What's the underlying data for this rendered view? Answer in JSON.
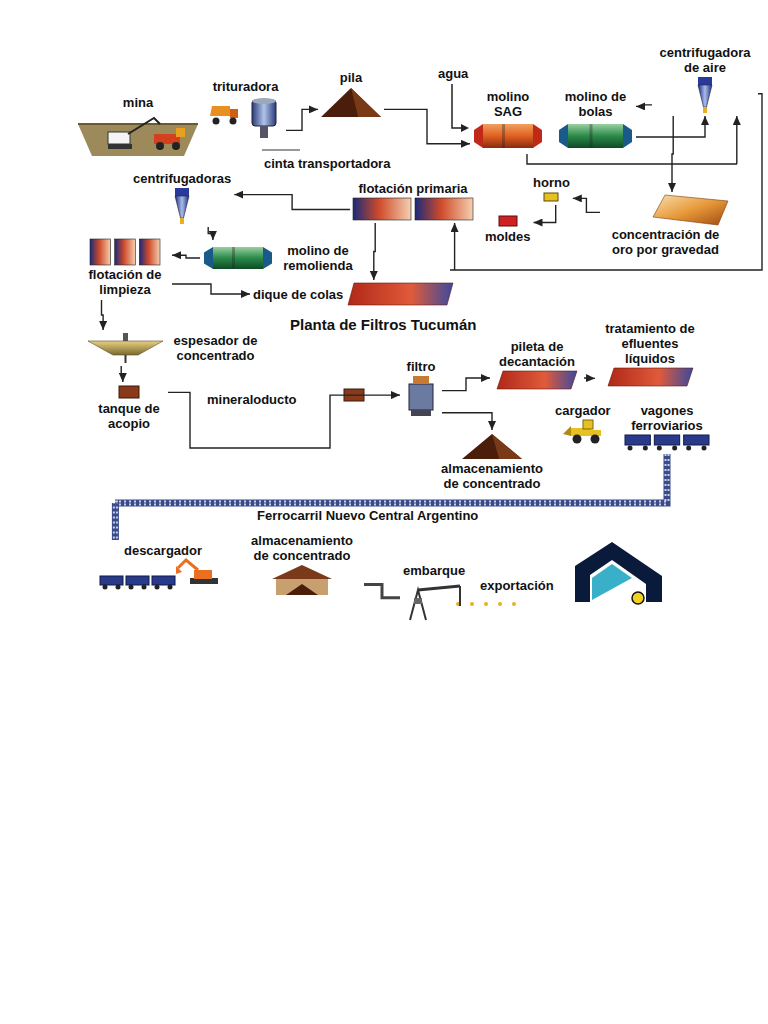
{
  "diagram": {
    "title": "Planta de Filtros Tucumán",
    "nodes": [
      {
        "text": [
          "mina"
        ]
      },
      {
        "text": [
          "trituradora"
        ]
      },
      {
        "text": [
          "pila"
        ]
      },
      {
        "text": [
          "molino SAG"
        ]
      },
      {
        "text": [
          "molino de bolas"
        ]
      },
      {
        "text": [
          "centrifugadora de aire"
        ]
      },
      {
        "text": [
          "horno"
        ]
      },
      {
        "text": [
          "moldes"
        ]
      },
      {
        "text": [
          "concentración de oro por gravedad"
        ]
      },
      {
        "text": [
          "centrifugadoras"
        ]
      },
      {
        "text": [
          "flotación primaria"
        ]
      },
      {
        "text": [
          "molino de remolienda"
        ]
      },
      {
        "text": [
          "dique de colas"
        ]
      },
      {
        "text": [
          "flotación de limpieza"
        ]
      },
      {
        "text": [
          "espesador de concentrado"
        ]
      },
      {
        "text": [
          "tanque de acopio"
        ]
      },
      {
        "text": [
          "filtro"
        ]
      },
      {
        "text": [
          "pileta de decantación"
        ]
      },
      {
        "text": [
          "tratamiento de efluentes líquidos"
        ]
      },
      {
        "text": [
          "almacenamiento de concentrado"
        ]
      },
      {
        "text": [
          "cargador"
        ]
      },
      {
        "text": [
          "vagones ferroviarios"
        ]
      },
      {
        "text": [
          "descargador"
        ]
      },
      {
        "text": [
          "almacenamiento de concentrado"
        ]
      },
      {
        "text": [
          "embarque"
        ]
      }
    ],
    "edges": [
      {
        "from": 1,
        "to": 2,
        "arrow": "to"
      },
      {
        "from": 2,
        "to": 3,
        "arrow": "to"
      },
      {
        "from": 3,
        "to": 5,
        "arrow": "to"
      },
      {
        "from": 4,
        "to": 5,
        "arrow": "to"
      },
      {
        "from": 5,
        "to": 4,
        "arrow": "to"
      },
      {
        "from": 5,
        "to": 10,
        "arrow": "to"
      },
      {
        "from": 5,
        "to": 8,
        "arrow": "to"
      },
      {
        "from": 8,
        "to": 6,
        "arrow": "to"
      },
      {
        "from": 6,
        "to": 7,
        "arrow": "to"
      },
      {
        "from": 10,
        "to": 12,
        "arrow": "to"
      },
      {
        "from": 10,
        "to": 9,
        "arrow": "to"
      },
      {
        "from": 9,
        "to": 11,
        "arrow": "to"
      },
      {
        "from": 11,
        "to": 13,
        "arrow": "to"
      },
      {
        "from": 13,
        "to": 12,
        "arrow": "to"
      },
      {
        "from": 13,
        "to": 14,
        "arrow": "to"
      },
      {
        "from": 14,
        "to": 15,
        "arrow": "to"
      },
      {
        "from": 15,
        "to": 16,
        "label": "mineraloducto",
        "arrow": "to"
      },
      {
        "from": 16,
        "to": 17,
        "arrow": "to"
      },
      {
        "from": 17,
        "to": 18,
        "arrow": "to"
      },
      {
        "from": 16,
        "to": 19,
        "arrow": "to"
      },
      {
        "from": 21,
        "to": 22,
        "label": "Ferrocarril Nuevo Central Argentino",
        "arrow": "none"
      },
      {
        "from": 23,
        "to": 24,
        "arrow": "none"
      }
    ],
    "labels": [
      "cinta transportadora",
      "agua",
      "exportación"
    ]
  }
}
